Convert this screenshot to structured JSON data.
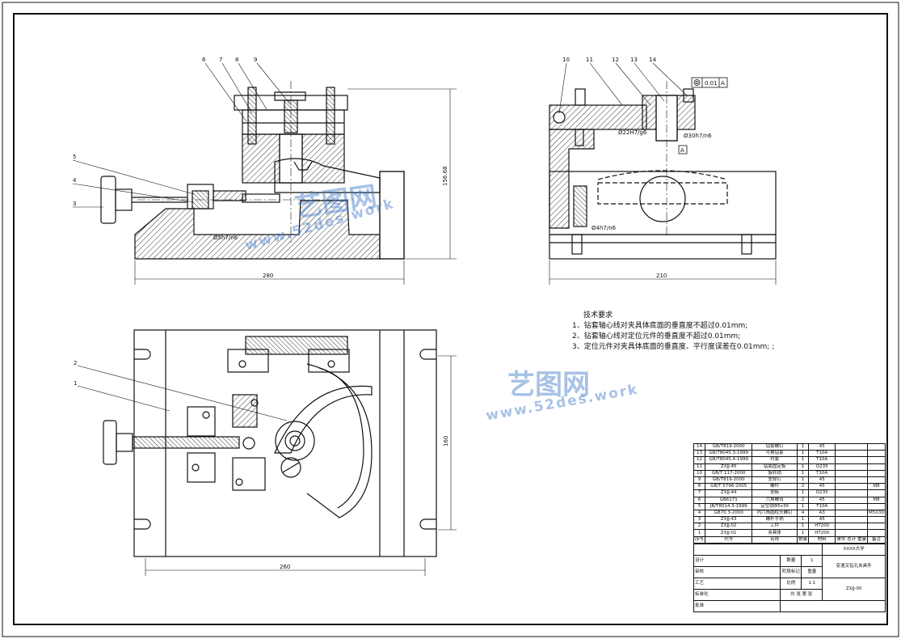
{
  "balloons": {
    "front": [
      "1",
      "2",
      "3",
      "4",
      "5",
      "6",
      "7",
      "8",
      "9"
    ],
    "side": [
      "10",
      "11",
      "12",
      "13",
      "14"
    ]
  },
  "dims": {
    "front_width": "280",
    "front_height": "156.68",
    "front_fit": "Ø5h7/n6",
    "side_width": "210",
    "side_fit_22": "Ø22H7/g6",
    "side_fit_30": "Ø30h7/n6",
    "side_fit_4": "Ø4h7/n6",
    "gdt_value": "0.01",
    "gdt_datum": "A",
    "datum_mark": "A",
    "plan_width": "260",
    "plan_height": "160"
  },
  "tech": {
    "title": "技术要求",
    "items": [
      "1、钻套轴心线对夹具体底面的垂直度不超过0.01mm;",
      "2、钻套轴心线对定位元件的垂直度不超过0.01mm;",
      "3、定位元件对夹具体底面的垂直度、平行度误差在0.01mm; ;"
    ]
  },
  "bom": [
    [
      "14",
      "GB/T819-2000",
      "钻套螺钉",
      "1",
      "45",
      ""
    ],
    [
      "13",
      "GB/T8045.3-1999",
      "可换钻套",
      "1",
      "T10A",
      ""
    ],
    [
      "12",
      "GB/T8045.4-1999",
      "衬套",
      "1",
      "T10A",
      ""
    ],
    [
      "11",
      "ZXJJ-45",
      "钻套固定板",
      "1",
      "Q235",
      ""
    ],
    [
      "10",
      "GB/T 117-2000",
      "旋转销",
      "1",
      "T10A",
      ""
    ],
    [
      "9",
      "GB/T819-2000",
      "支撑钉",
      "1",
      "45",
      ""
    ],
    [
      "8",
      "GB/T 5796-2005",
      "螺杆",
      "2",
      "45",
      "M8"
    ],
    [
      "7",
      "ZXJJ-44",
      "垫板",
      "1",
      "Q235",
      ""
    ],
    [
      "6",
      "GB6171",
      "六角螺母",
      "2",
      "45",
      "M8"
    ],
    [
      "5",
      "JB/T8014.3-1999",
      "定位销Φ5x30",
      "1",
      "T10A",
      ""
    ],
    [
      "4",
      "GB70.3-2000",
      "内六角圆柱头螺钉",
      "4",
      "A3",
      "M5X30"
    ],
    [
      "3",
      "ZXJJ-43",
      "螺杆手柄",
      "1",
      "45",
      ""
    ],
    [
      "2",
      "ZXJJ-02",
      "工件",
      "1",
      "HT200",
      ""
    ],
    [
      "1",
      "ZXJJ-01",
      "夹具体",
      "1",
      "HT200",
      ""
    ]
  ],
  "bom_header": [
    "序号",
    "代号",
    "名称",
    "数量",
    "材料",
    "单件 总计 重量",
    "备注"
  ],
  "title_block": {
    "school": "XXXX大学",
    "part_name": "变速叉钻孔夹具件",
    "drawing_no": "ZXJJ-00",
    "qty_label": "数量",
    "qty": "1",
    "stage_label": "阶段标记",
    "weight_label": "重量",
    "scale_label": "比例",
    "scale": "1:1",
    "design_label": "设计",
    "check_label": "审核",
    "process_label": "工艺",
    "std_label": "标准化",
    "approve_label": "批准",
    "sheets": "共 张 第 张"
  },
  "watermark": {
    "brand": "艺图网",
    "url": "www.52des.work"
  }
}
